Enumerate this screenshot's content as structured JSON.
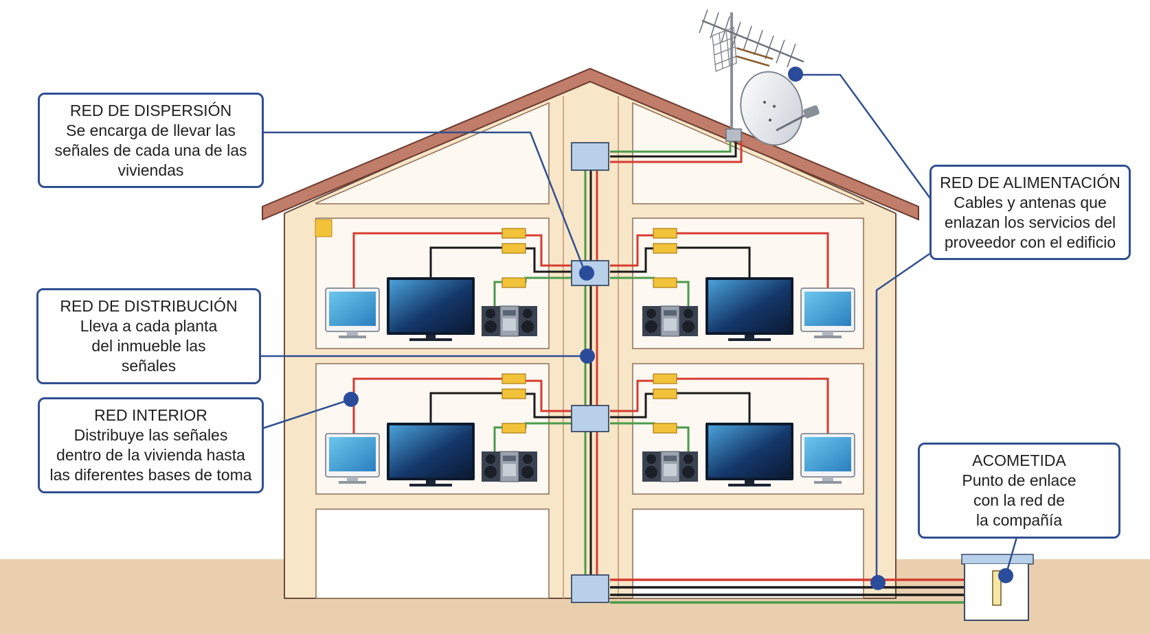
{
  "callouts": {
    "dispersion": {
      "title": "RED DE DISPERSIÓN",
      "body": "Se encarga de llevar las\nseñales de cada una de las\nviviendas"
    },
    "distribucion": {
      "title": "RED DE DISTRIBUCIÓN",
      "body": "Lleva a cada planta\ndel inmueble las\nseñales"
    },
    "interior": {
      "title": "RED INTERIOR",
      "body": "Distribuye las señales\ndentro de la vivienda hasta\nlas diferentes bases de toma"
    },
    "alimentacion": {
      "title": "RED DE ALIMENTACIÓN",
      "body": "Cables y antenas que\nenlazan los servicios del\nproveedor con el edificio"
    },
    "acometida": {
      "title": "ACOMETIDA",
      "body": "Punto de enlace\ncon la red de\nla compañía"
    }
  },
  "colors": {
    "callout_border": "#2f4f91",
    "connector_dot": "#2b4c9b",
    "cable_red": "#d63b2f",
    "cable_green": "#4a9a4a",
    "cable_black": "#1a1a1a",
    "outlet_yellow": "#f2c23a",
    "roof": "#c07d6a",
    "wall": "#f8e6c8",
    "junction_box": "#b9d0ea",
    "ground": "#e9cfae"
  },
  "icons": [
    "antenna-icon",
    "satellite-dish-icon",
    "tv-icon",
    "monitor-icon",
    "stereo-icon"
  ]
}
